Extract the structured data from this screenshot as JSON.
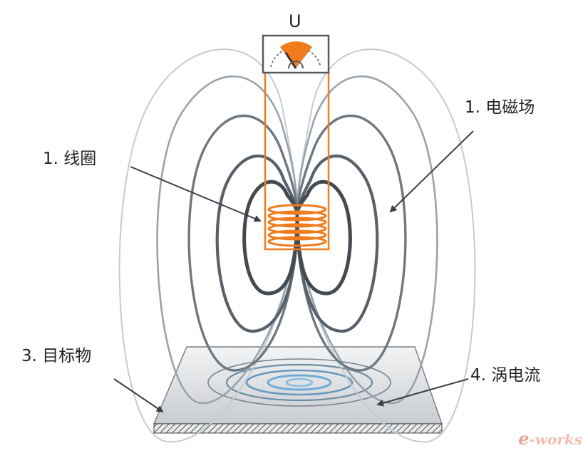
{
  "voltage_label": "U",
  "labels": {
    "coil": "1.  线圈",
    "field": "1.  电磁场",
    "target": "3.  目标物",
    "eddy": "4.  涡电流"
  },
  "logo": "e-works",
  "colors": {
    "coil": "#f07c1e",
    "field_dark": "#454c52",
    "field_mid": "#78828b",
    "field_light": "#b4bec7",
    "eddy": "#6fa8cf",
    "plate": "#d3d6d9",
    "meter_needle": "#f07c1e"
  }
}
